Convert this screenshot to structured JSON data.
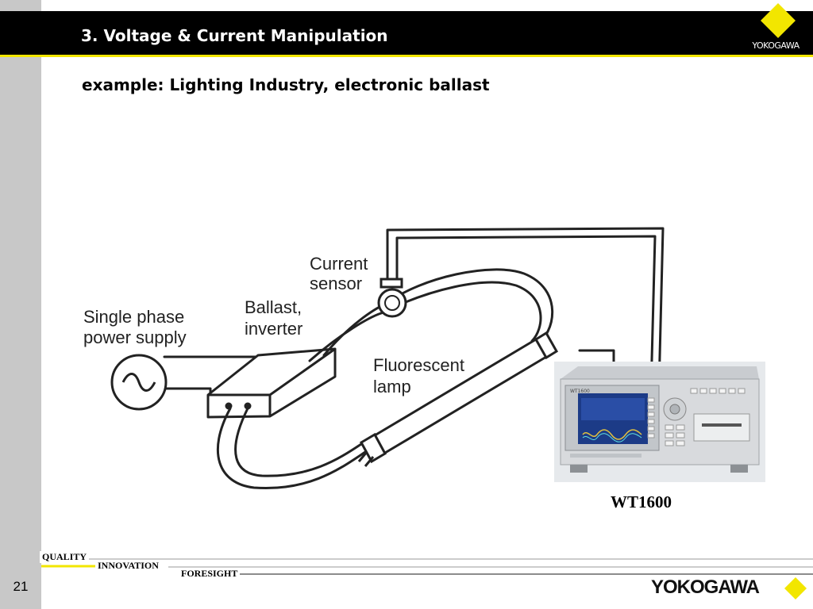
{
  "header": {
    "title": "3. Voltage & Current Manipulation",
    "logo_text": "YOKOGAWA"
  },
  "subtitle": "example: Lighting Industry, electronic ballast",
  "diagram": {
    "labels": {
      "current_sensor_1": "Current",
      "current_sensor_2": "sensor",
      "ballast_1": "Ballast,",
      "ballast_2": "inverter",
      "power_1": "Single phase",
      "power_2": "power supply",
      "lamp_1": "Fluorescent",
      "lamp_2": "lamp"
    }
  },
  "instrument": {
    "caption": "WT1600",
    "model_label": "WT1600"
  },
  "footer": {
    "quality": "QUALITY",
    "innovation": "INNOVATION",
    "foresight": "FORESIGHT",
    "page_number": "21",
    "brand": "YOKOGAWA"
  },
  "colors": {
    "header_bg": "#000000",
    "accent_yellow": "#f2e600",
    "side_bar": "#c8c8c8"
  }
}
